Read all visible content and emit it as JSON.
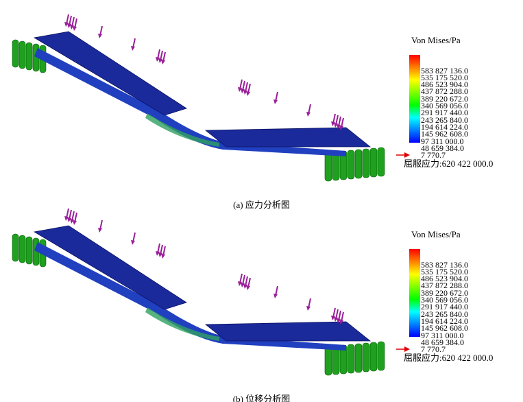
{
  "panels": [
    {
      "caption": "(a) 应力分析图",
      "legend": {
        "title": "Von Mises/Pa",
        "ticks": [
          "583 827 136.0",
          "535 175 520.0",
          "486 523 904.0",
          "437 872 288.0",
          "389 220 672.0",
          "340 569 056.0",
          "291 917 440.0",
          "243 265 840.0",
          "194 614 224.0",
          "145 962 608.0",
          "97 311 000.0",
          "48 659 384.0",
          "7 770.7"
        ]
      },
      "yield_label": "屈服应力:620 422 000.0"
    },
    {
      "caption": "(b) 位移分析图",
      "legend": {
        "title": "Von Mises/Pa",
        "ticks": [
          "583 827 136.0",
          "535 175 520.0",
          "486 523 904.0",
          "437 872 288.0",
          "389 220 672.0",
          "340 569 056.0",
          "291 917 440.0",
          "243 265 840.0",
          "194 614 224.0",
          "145 962 608.0",
          "97 311 000.0",
          "48 659 384.0",
          "7 770.7"
        ]
      },
      "yield_label": "屈服应力:620 422 000.0"
    }
  ],
  "colors": {
    "plate": "#1a2a9a",
    "support": "#1fa01f",
    "load": "#9a1f9a",
    "yield_arrow": "#e00000"
  }
}
